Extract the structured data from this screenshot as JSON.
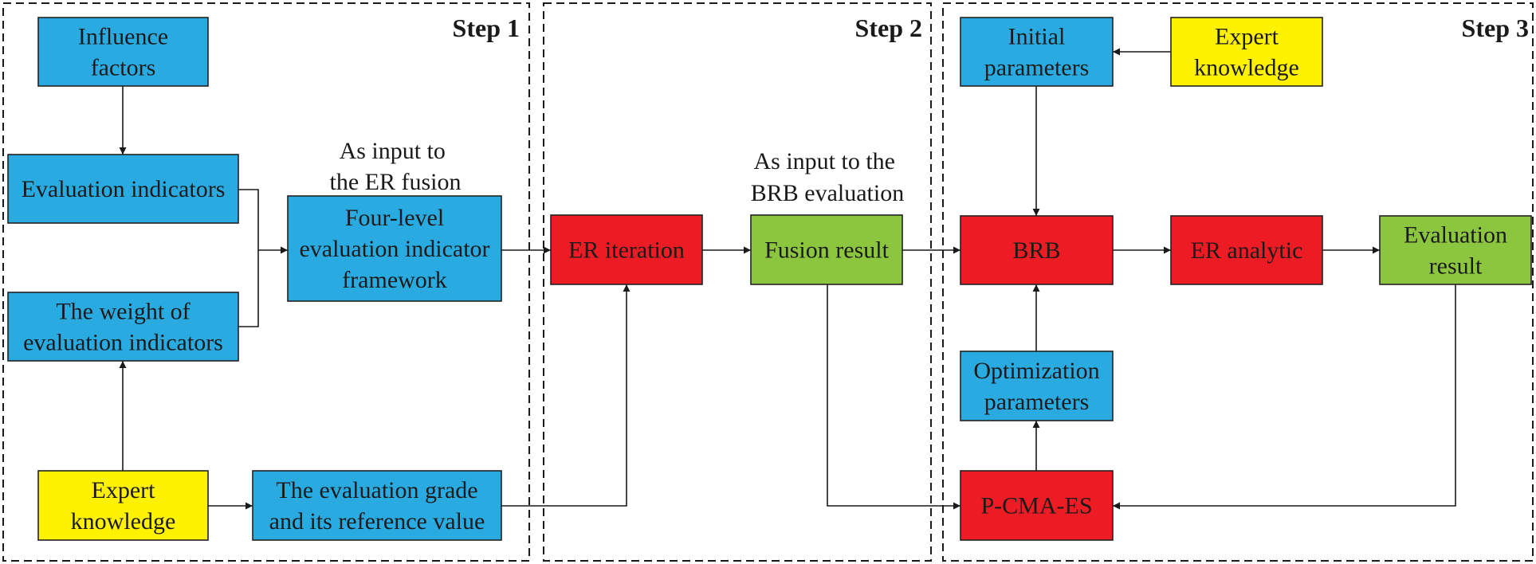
{
  "colors": {
    "blue": "#29ABE2",
    "red": "#ED1C24",
    "green": "#8CC63F",
    "yellow": "#FFF200",
    "line": "#1a1a1a"
  },
  "steps": {
    "step1": "Step 1",
    "step2": "Step 2",
    "step3": "Step 3"
  },
  "notes": {
    "er_fusion_input": [
      "As input to",
      "the ER fusion"
    ],
    "brb_input": [
      "As input to the",
      "BRB evaluation"
    ]
  },
  "nodes": {
    "influence_factors": {
      "lines": [
        "Influence",
        "factors"
      ],
      "color": "blue"
    },
    "evaluation_indicators": {
      "lines": [
        "Evaluation indicators"
      ],
      "color": "blue"
    },
    "indicator_weight": {
      "lines": [
        "The weight of",
        "evaluation indicators"
      ],
      "color": "blue"
    },
    "expert_knowledge_1": {
      "lines": [
        "Expert",
        "knowledge"
      ],
      "color": "yellow"
    },
    "four_level_framework": {
      "lines": [
        "Four-level",
        "evaluation indicator",
        "framework"
      ],
      "color": "blue"
    },
    "evaluation_grade": {
      "lines": [
        "The evaluation grade",
        "and its reference value"
      ],
      "color": "blue"
    },
    "er_iteration": {
      "lines": [
        "ER iteration"
      ],
      "color": "red"
    },
    "fusion_result": {
      "lines": [
        "Fusion result"
      ],
      "color": "green"
    },
    "initial_parameters": {
      "lines": [
        "Initial",
        "parameters"
      ],
      "color": "blue"
    },
    "expert_knowledge_2": {
      "lines": [
        "Expert",
        "knowledge"
      ],
      "color": "yellow"
    },
    "brb": {
      "lines": [
        "BRB"
      ],
      "color": "red"
    },
    "er_analytic": {
      "lines": [
        "ER analytic"
      ],
      "color": "red"
    },
    "evaluation_result": {
      "lines": [
        "Evaluation",
        "result"
      ],
      "color": "green"
    },
    "optimization_parameters": {
      "lines": [
        "Optimization",
        "parameters"
      ],
      "color": "blue"
    },
    "p_cma_es": {
      "lines": [
        "P-CMA-ES"
      ],
      "color": "red"
    }
  },
  "edges": [
    {
      "from": "influence_factors",
      "to": "evaluation_indicators"
    },
    {
      "from": "evaluation_indicators",
      "to": "four_level_framework"
    },
    {
      "from": "indicator_weight",
      "to": "four_level_framework"
    },
    {
      "from": "expert_knowledge_1",
      "to": "indicator_weight"
    },
    {
      "from": "expert_knowledge_1",
      "to": "evaluation_grade"
    },
    {
      "from": "four_level_framework",
      "to": "er_iteration"
    },
    {
      "from": "evaluation_grade",
      "to": "er_iteration"
    },
    {
      "from": "er_iteration",
      "to": "fusion_result"
    },
    {
      "from": "fusion_result",
      "to": "brb"
    },
    {
      "from": "fusion_result",
      "to": "p_cma_es"
    },
    {
      "from": "expert_knowledge_2",
      "to": "initial_parameters"
    },
    {
      "from": "initial_parameters",
      "to": "brb"
    },
    {
      "from": "brb",
      "to": "er_analytic"
    },
    {
      "from": "er_analytic",
      "to": "evaluation_result"
    },
    {
      "from": "evaluation_result",
      "to": "p_cma_es"
    },
    {
      "from": "p_cma_es",
      "to": "optimization_parameters"
    },
    {
      "from": "optimization_parameters",
      "to": "brb"
    }
  ]
}
